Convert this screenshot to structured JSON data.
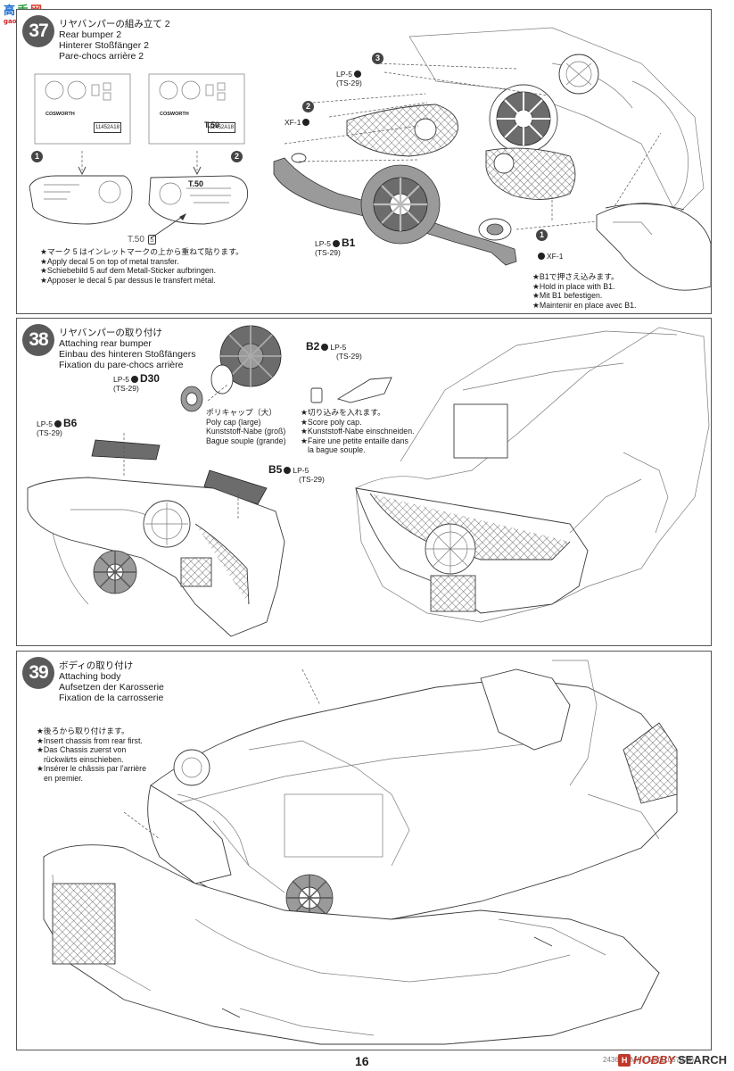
{
  "watermark": {
    "chars": [
      "高",
      "手",
      "网"
    ],
    "url": "gao.shou.com"
  },
  "steps": [
    {
      "number": "37",
      "title_jp": "リヤバンパーの組み立て 2",
      "title_en": "Rear bumper 2",
      "title_de": "Hinterer Stoßfänger 2",
      "title_fr": "Pare-chocs arrière 2",
      "decal_texts": {
        "cosworth": "COSWORTH",
        "tso": "T.50",
        "tso_small": "T.50",
        "decal_no": "5",
        "sheet_code": "11452A18"
      },
      "labels": {
        "lp5_a": "LP-5",
        "ts29_a": "(TS-29)",
        "xf1_a": "XF-1",
        "lp5_b": "LP-5",
        "b1": "B1",
        "ts29_b": "(TS-29)",
        "xf1_b": "XF-1"
      },
      "callouts": [
        "1",
        "2",
        "1",
        "2",
        "3"
      ],
      "notes_left": [
        "★マーク 5 はインレットマークの上から重ねて貼ります。",
        "★Apply decal 5 on top of metal transfer.",
        "★Schiebebild 5 auf dem Metall-Sticker aufbringen.",
        "★Apposer le decal 5 par dessus le transfert métal."
      ],
      "notes_right": [
        "★B1で押さえ込みます。",
        "★Hold in place with B1.",
        "★Mit B1 befestigen.",
        "★Maintenir en place avec B1."
      ]
    },
    {
      "number": "38",
      "title_jp": "リヤバンパーの取り付け",
      "title_en": "Attaching rear bumper",
      "title_de": "Einbau des hinteren Stoßfängers",
      "title_fr": "Fixation du pare-chocs arrière",
      "labels": {
        "b2": "B2",
        "lp5_b2": "LP-5",
        "ts29_b2": "(TS-29)",
        "lp5_d30": "LP-5",
        "d30": "D30",
        "ts29_d30": "(TS-29)",
        "lp5_b6": "LP-5",
        "b6": "B6",
        "ts29_b6": "(TS-29)",
        "b5": "B5",
        "lp5_b5": "LP-5",
        "ts29_b5": "(TS-29)"
      },
      "poly_cap": [
        "ポリキャップ（大）",
        "Poly cap (large)",
        "Kunststoff-Nabe (groß)",
        "Bague souple (grande)"
      ],
      "notes": [
        "★切り込みを入れます。",
        "★Score poly cap.",
        "★Kunststoff-Nabe einschneiden.",
        "★Faire une petite entaille dans",
        "la bague souple."
      ]
    },
    {
      "number": "39",
      "title_jp": "ボディの取り付け",
      "title_en": "Attaching body",
      "title_de": "Aufsetzen der Karosserie",
      "title_fr": "Fixation de la carrosserie",
      "notes": [
        "★後ろから取り付けます。",
        "★Insert chassis from rear first.",
        "★Das Chassis zuerst von",
        "rückwärts einschieben.",
        "★Insérer le châssis par l'arrière",
        "en premier."
      ]
    }
  ],
  "footer": {
    "page": "16",
    "catalog": "24364 GMA T.50 (11057874)",
    "hs_a": "HOBBY",
    "hs_b": "SEARCH"
  }
}
